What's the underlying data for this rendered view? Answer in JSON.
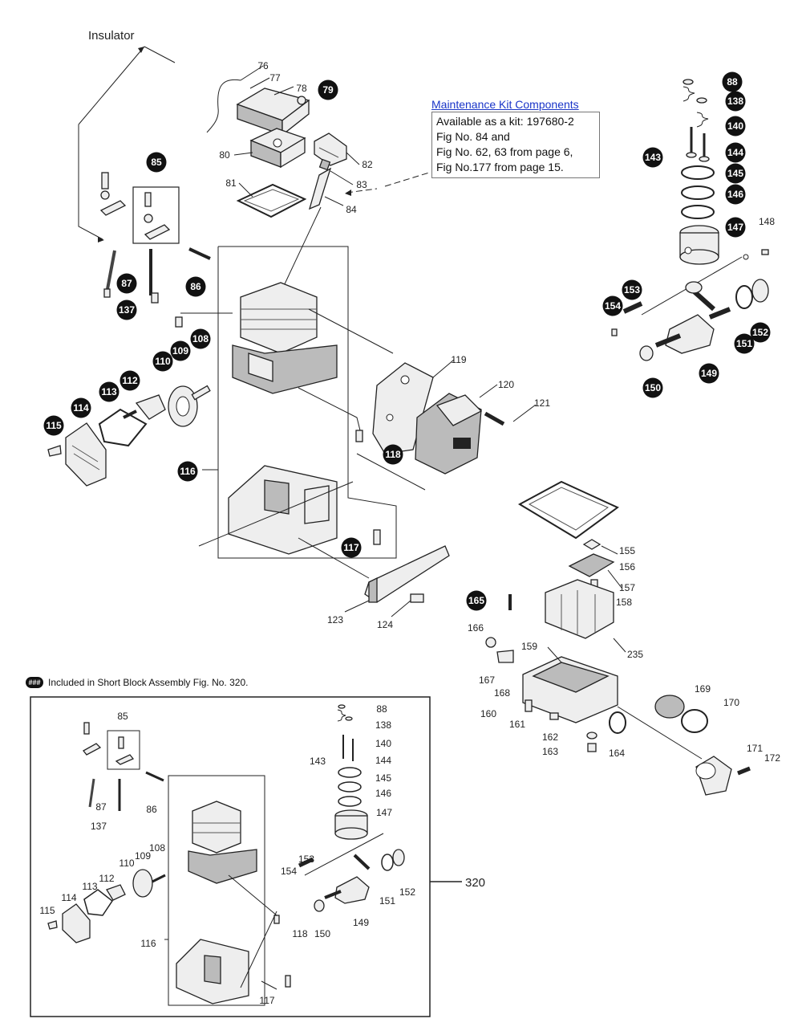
{
  "header": {
    "insulator_label": "Insulator"
  },
  "kit": {
    "title": "Maintenance Kit Components",
    "lines": [
      "Available as a kit: 197680-2",
      "Fig No. 84 and",
      "Fig No. 62, 63 from page 6,",
      "Fig No.177 from page 15."
    ]
  },
  "legend": {
    "symbol": "###",
    "text": "Included in Short Block Assembly Fig. No. 320."
  },
  "assembly_label": "320",
  "labels": [
    {
      "id": "76",
      "badge": false
    },
    {
      "id": "77",
      "badge": false
    },
    {
      "id": "78",
      "badge": false
    },
    {
      "id": "79",
      "badge": true
    },
    {
      "id": "80",
      "badge": false
    },
    {
      "id": "81",
      "badge": false
    },
    {
      "id": "82",
      "badge": false
    },
    {
      "id": "83",
      "badge": false
    },
    {
      "id": "84",
      "badge": false
    },
    {
      "id": "85",
      "badge": true
    },
    {
      "id": "86",
      "badge": true
    },
    {
      "id": "87",
      "badge": true
    },
    {
      "id": "137",
      "badge": true
    },
    {
      "id": "108",
      "badge": true
    },
    {
      "id": "109",
      "badge": true
    },
    {
      "id": "110",
      "badge": true
    },
    {
      "id": "112",
      "badge": true
    },
    {
      "id": "113",
      "badge": true
    },
    {
      "id": "114",
      "badge": true
    },
    {
      "id": "115",
      "badge": true
    },
    {
      "id": "116",
      "badge": true
    },
    {
      "id": "117",
      "badge": true
    },
    {
      "id": "118",
      "badge": true
    },
    {
      "id": "119",
      "badge": false
    },
    {
      "id": "120",
      "badge": false
    },
    {
      "id": "121",
      "badge": false
    },
    {
      "id": "123",
      "badge": false
    },
    {
      "id": "124",
      "badge": false
    },
    {
      "id": "88",
      "badge": true
    },
    {
      "id": "138",
      "badge": true
    },
    {
      "id": "140",
      "badge": true
    },
    {
      "id": "143",
      "badge": true
    },
    {
      "id": "144",
      "badge": true
    },
    {
      "id": "145",
      "badge": true
    },
    {
      "id": "146",
      "badge": true
    },
    {
      "id": "147",
      "badge": true
    },
    {
      "id": "148",
      "badge": false
    },
    {
      "id": "153",
      "badge": true
    },
    {
      "id": "154",
      "badge": true
    },
    {
      "id": "149",
      "badge": true
    },
    {
      "id": "150",
      "badge": true
    },
    {
      "id": "151",
      "badge": true
    },
    {
      "id": "152",
      "badge": true
    },
    {
      "id": "155",
      "badge": false
    },
    {
      "id": "156",
      "badge": false
    },
    {
      "id": "157",
      "badge": false
    },
    {
      "id": "158",
      "badge": false
    },
    {
      "id": "165",
      "badge": true
    },
    {
      "id": "166",
      "badge": false
    },
    {
      "id": "167",
      "badge": false
    },
    {
      "id": "168",
      "badge": false
    },
    {
      "id": "235",
      "badge": false
    },
    {
      "id": "159",
      "badge": false
    },
    {
      "id": "160",
      "badge": false
    },
    {
      "id": "161",
      "badge": false
    },
    {
      "id": "162",
      "badge": false
    },
    {
      "id": "163",
      "badge": false
    },
    {
      "id": "164",
      "badge": false
    },
    {
      "id": "169",
      "badge": false
    },
    {
      "id": "170",
      "badge": false
    },
    {
      "id": "171",
      "badge": false
    },
    {
      "id": "172",
      "badge": false
    }
  ],
  "inset_labels": [
    "85",
    "88",
    "138",
    "140",
    "143",
    "144",
    "145",
    "146",
    "147",
    "87",
    "86",
    "137",
    "108",
    "109",
    "110",
    "112",
    "113",
    "114",
    "115",
    "116",
    "117",
    "118",
    "150",
    "149",
    "151",
    "152",
    "153",
    "154"
  ],
  "colors": {
    "badge": "#111111",
    "kit_title": "#1a35c8",
    "line": "#222222"
  }
}
